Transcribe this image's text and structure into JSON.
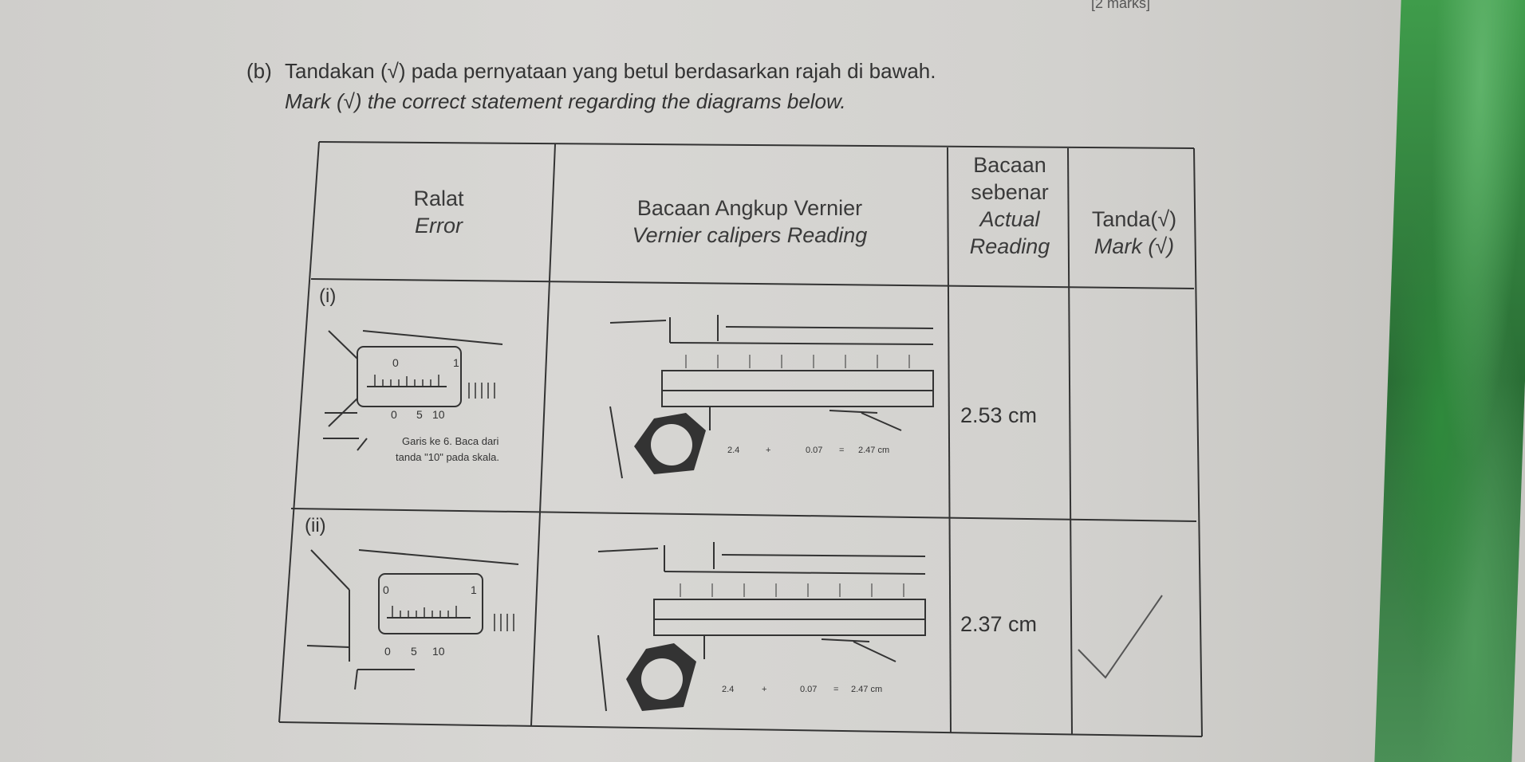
{
  "page": {
    "marks_note": "[2 marks]",
    "question_label": "(b)",
    "question_ms": "Tandakan (√) pada pernyataan yang betul berdasarkan rajah di bawah.",
    "question_en": "Mark (√) the correct statement regarding the diagrams below."
  },
  "table": {
    "headers": {
      "error_ms": "Ralat",
      "error_en": "Error",
      "reading_ms": "Bacaan Angkup Vernier",
      "reading_en": "Vernier calipers Reading",
      "actual_ms_1": "Bacaan",
      "actual_ms_2": "sebenar",
      "actual_en_1": "Actual",
      "actual_en_2": "Reading",
      "mark_ms": "Tanda(√)",
      "mark_en": "Mark (√)"
    },
    "rows": [
      {
        "label": "(i)",
        "main_scale_0": "0",
        "main_scale_1": "1",
        "vernier_0": "0",
        "vernier_5": "5",
        "vernier_10": "10",
        "note_1": "Garis ke 6. Baca dari",
        "note_2": "tanda \"10\" pada skala.",
        "calc_a": "2.4",
        "calc_plus": "+",
        "calc_b": "0.07",
        "calc_eq": "=",
        "calc_c": "2.47 cm",
        "actual_reading": "2.53 cm",
        "marked": false
      },
      {
        "label": "(ii)",
        "main_scale_0": "0",
        "main_scale_1": "1",
        "vernier_0": "0",
        "vernier_5": "5",
        "vernier_10": "10",
        "calc_a": "2.4",
        "calc_plus": "+",
        "calc_b": "0.07",
        "calc_eq": "=",
        "calc_c": "2.47 cm",
        "actual_reading": "2.37 cm",
        "marked": true
      }
    ]
  },
  "colors": {
    "ink": "#333333",
    "paper": "#d6d5d2",
    "cloth": "#3f9c4b"
  },
  "icons": {
    "checkmark": "check-mark-icon"
  }
}
